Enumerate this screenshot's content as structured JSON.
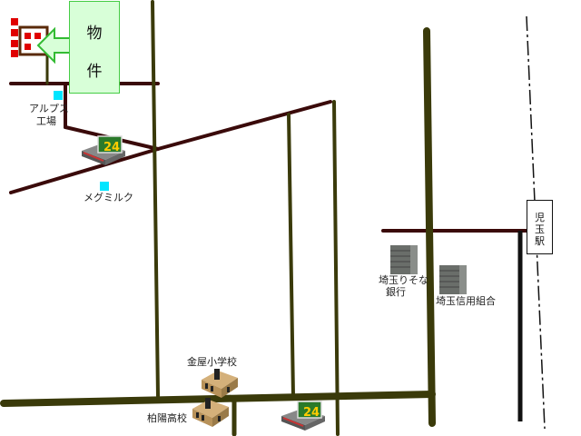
{
  "map": {
    "property": {
      "line1": "物",
      "line2": "件"
    },
    "station": {
      "chars": [
        "児",
        "玉",
        "駅"
      ]
    },
    "landmarks": {
      "alps_factory": {
        "line1": "アルプス",
        "line2": "工場"
      },
      "megmilk": "メグミルク",
      "saitama_resona": {
        "line1": "埼玉りそな",
        "line2": "銀行"
      },
      "saitama_shinkumi": "埼玉信用組合",
      "kanaya_elementary": "金屋小学校",
      "hakuyo_high": "柏陽高校"
    },
    "convenience_store_badge": "24",
    "colors": {
      "main_road": "#3a3a0a",
      "side_road": "#3a0a0a",
      "rail": "#111111",
      "property_fill": "#d8ffd8",
      "property_border": "#44cc44",
      "marker": "#00e5ff"
    },
    "icons": [
      "building-icon",
      "arrow-left-icon",
      "convenience-store-icon",
      "bank-icon",
      "school-icon"
    ]
  }
}
